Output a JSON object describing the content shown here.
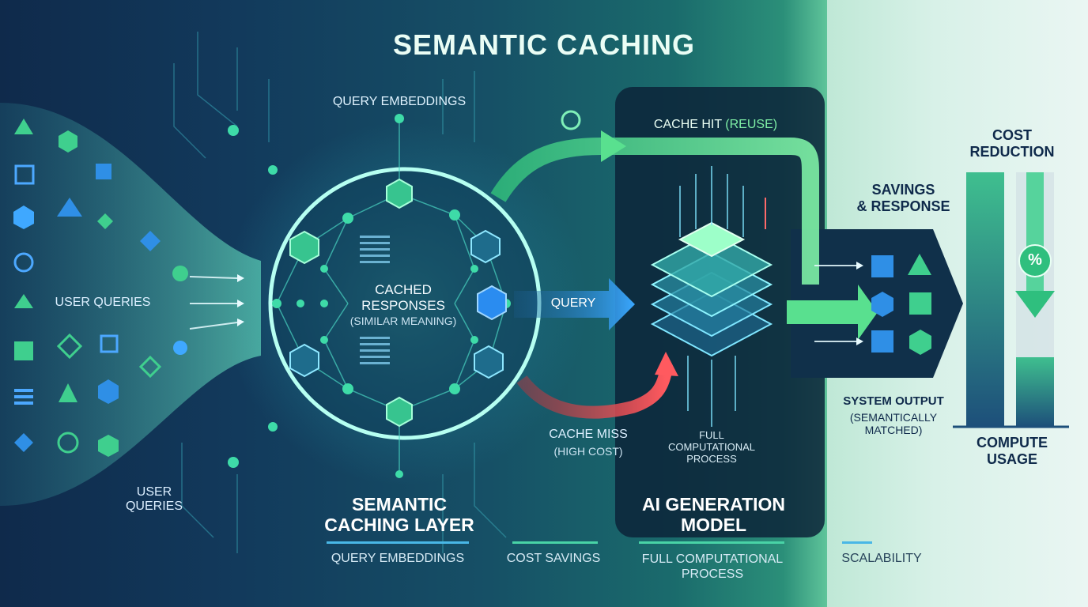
{
  "title": "SEMANTIC CACHING",
  "query_embeddings_top": "QUERY EMBEDDINGS",
  "user_queries_left": "USER QUERIES",
  "user_queries_bottom": "USER\nQUERIES",
  "cached_responses": "CACHED\nRESPONSES",
  "similar_meaning": "(SIMILAR MEANING)",
  "query": "QUERY",
  "cache_hit": "CACHE HIT",
  "reuse": "(REUSE)",
  "cache_miss": "CACHE MISS",
  "high_cost": "(HIGH COST)",
  "full_process_small": "FULL\nCOMPUTATIONAL\nPROCESS",
  "semantic_layer": "SEMANTIC\nCACHING LAYER",
  "ai_model": "AI GENERATION\nMODEL",
  "savings_response": "SAVINGS\n& RESPONSE",
  "system_output": "SYSTEM OUTPUT",
  "semantically_matched": "(SEMANTICALLY\nMATCHED)",
  "cost_reduction": "COST\nREDUCTION",
  "compute_usage": "COMPUTE\nUSAGE",
  "percent": "%",
  "bottom_labels": [
    "QUERY EMBEDDINGS",
    "COST SAVINGS",
    "FULL COMPUTATIONAL\nPROCESS",
    "SCALABILITY"
  ],
  "colors": {
    "green": "#4fd98c",
    "blue": "#2f8fe6",
    "red": "#e5484d",
    "navy": "#0f2a4b",
    "teal": "#1f8a7a"
  }
}
